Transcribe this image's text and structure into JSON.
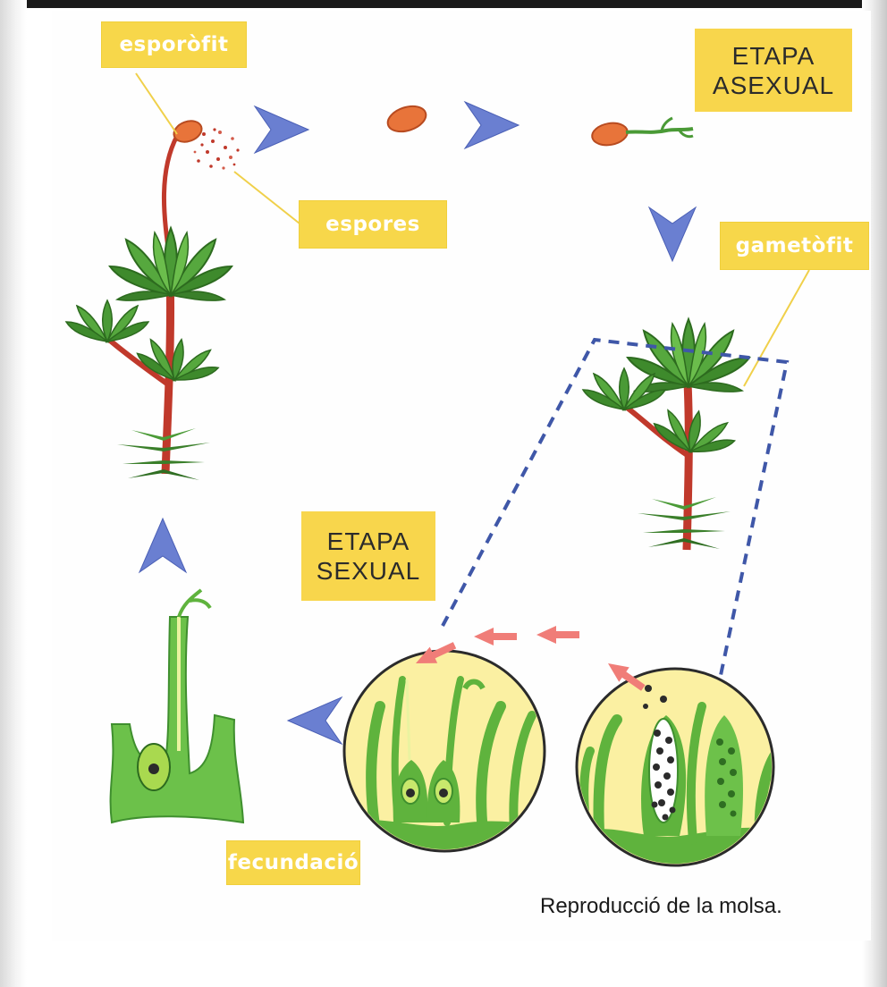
{
  "labels": {
    "sporophyte": "esporòfit",
    "spores": "espores",
    "gametophyte": "gametòfit",
    "fertilization": "fecundació"
  },
  "stages": {
    "asexual": "ETAPA\nASEXUAL",
    "sexual": "ETAPA\nSEXUAL"
  },
  "caption": "Reproducció de la molsa.",
  "colors": {
    "label_bg": "#f7d74a",
    "cycle_arrow": "#6a7fd1",
    "gamete_arrow": "#f07d78",
    "plant_green": "#3f8f2e",
    "stem_red": "#c0392b",
    "magnifier_bg": "#fbf0a2",
    "dashed_line": "#3f57a8"
  }
}
